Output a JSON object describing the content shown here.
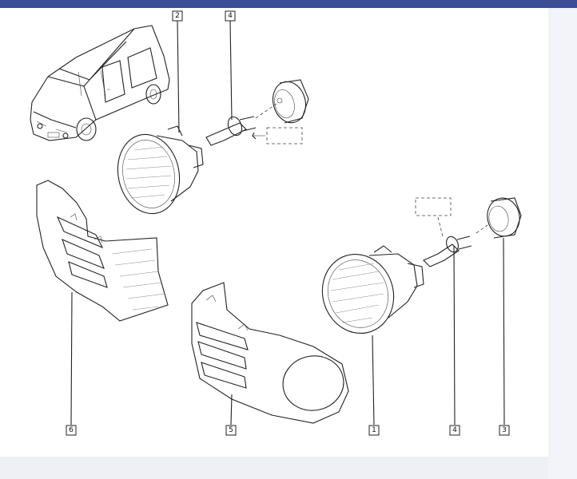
{
  "colors": {
    "header": "#3a4d96",
    "sheet": "#ffffff",
    "background": "#eef0f6",
    "ink": "#222222"
  },
  "callouts": [
    {
      "id": "c2",
      "label": "2"
    },
    {
      "id": "c4a",
      "label": "4"
    },
    {
      "id": "c4b",
      "label": "4"
    },
    {
      "id": "c3",
      "label": "3"
    },
    {
      "id": "c1",
      "label": "1"
    },
    {
      "id": "c5",
      "label": "5"
    },
    {
      "id": "c6",
      "label": "6"
    }
  ],
  "parts": [
    {
      "name": "vehicle",
      "icon": "van-icon"
    },
    {
      "name": "fog-lamp-left",
      "icon": "fog-lamp-icon"
    },
    {
      "name": "fog-lamp-right",
      "icon": "fog-lamp-icon"
    },
    {
      "name": "bulb",
      "icon": "bulb-icon"
    },
    {
      "name": "bulb-holder",
      "icon": "socket-icon"
    },
    {
      "name": "trim-bezel",
      "icon": "bezel-icon"
    },
    {
      "name": "bumper-insert",
      "icon": "insert-icon"
    }
  ]
}
